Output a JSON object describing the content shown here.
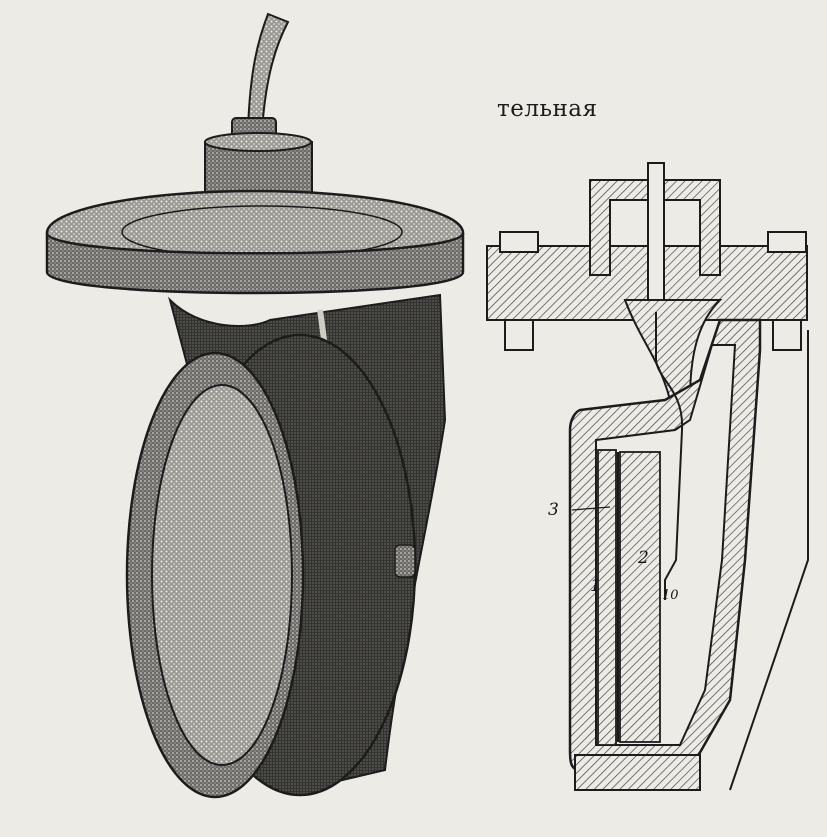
{
  "caption_fragment": "тельная",
  "callouts": {
    "label_1": "1",
    "label_2": "2",
    "label_3": "3",
    "label_10": "10"
  },
  "colors": {
    "paper": "#ecebe6",
    "ink": "#1c1c1c",
    "shade": "#5a5a58",
    "hatch": "#3a3a3a"
  }
}
